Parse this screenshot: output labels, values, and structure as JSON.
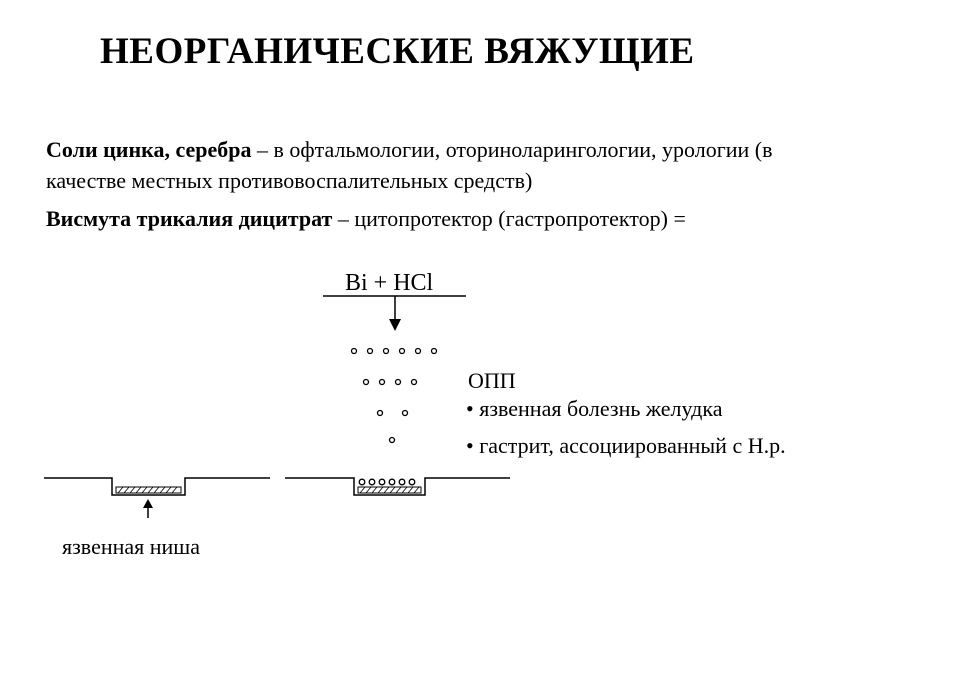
{
  "slide": {
    "title": "НЕОРГАНИЧЕСКИЕ ВЯЖУЩИЕ",
    "para1": {
      "bold": "Соли цинка, серебра",
      "text": " – в офтальмологии, оториноларингологии, урологии (в качестве местных противовоспалительных средств)"
    },
    "para2": {
      "bold": "Висмута трикалия дицитрат",
      "text": " – цитопротектор (гастропротектор) ="
    }
  },
  "diagram": {
    "formula": "Bi  + HCl",
    "opp_label": "ОПП",
    "bullets": [
      "• язвенная болезнь желудка",
      "• гастрит, ассоциированный с H.p."
    ],
    "niche_label": "язвенная ниша"
  }
}
